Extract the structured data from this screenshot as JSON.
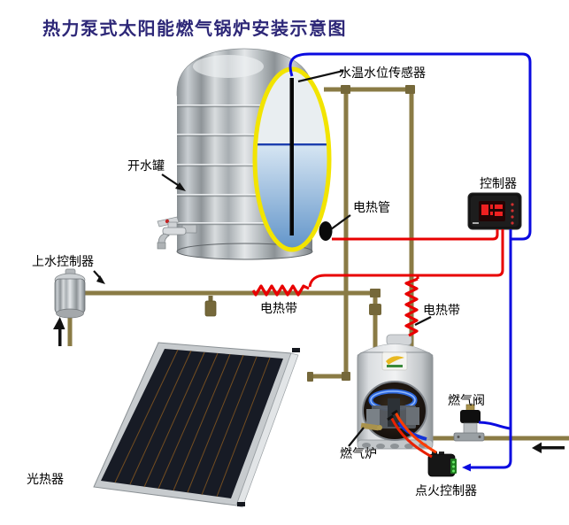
{
  "title": "热力泵式太阳能燃气锅炉安装示意图",
  "labels": {
    "sensor": "水温水位传感器",
    "tank": "开水罐",
    "controller": "控制器",
    "heater_tube": "电热管",
    "water_supply_controller": "上水控制器",
    "heat_tape_left": "电热带",
    "heat_tape_right": "电热带",
    "solar_collector": "光热器",
    "gas_stove": "燃气炉",
    "gas_valve": "燃气阀",
    "ignition_controller": "点火控制器"
  },
  "colors": {
    "title_text": "#2e2878",
    "pipe": "#8a7b45",
    "hot_wire": "#e80000",
    "signal_wire": "#0a0ae0",
    "cutaway_ring": "#f2e400",
    "water": "#5e92c8",
    "flame": "#2f74ff"
  }
}
